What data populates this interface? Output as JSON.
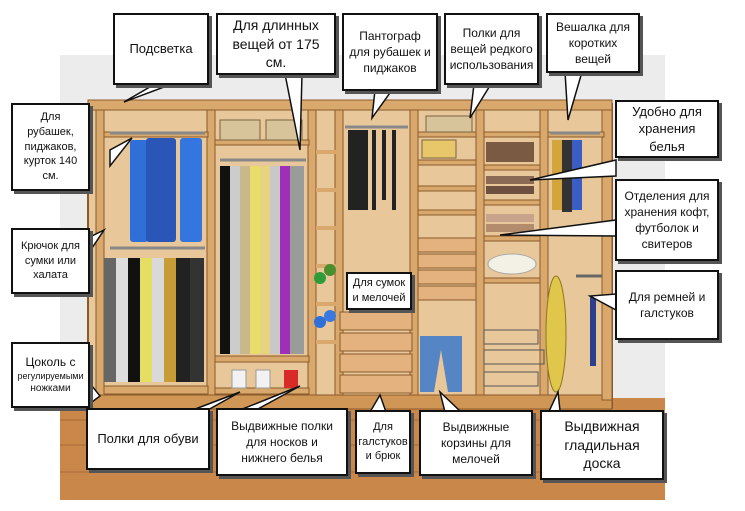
{
  "labels": {
    "backlight": "Подсветка",
    "long_clothes": "Для длинных вещей от 175 см.",
    "pantograph": "Пантограф для рубашек и пиджаков",
    "rare_use_shelves": "Полки для вещей редкого использования",
    "short_hanger": "Вешалка для коротких вещей",
    "shirts_jackets": "Для рубашек, пиджаков, курток 140 см.",
    "underwear_storage": "Удобно для хранения белья",
    "sweaters_section": "Отделения для хранения кофт, футболок и свитеров",
    "bag_hook": "Крючок для сумки или халата",
    "bags_small": "Для сумок и мелочей",
    "belts_ties": "Для ремней и галстуков",
    "plinth_line1": "Цоколь с",
    "plinth_line2": "регулируемыми",
    "plinth_line3": "ножками",
    "shoe_shelves": "Полки для обуви",
    "sock_drawers": "Выдвижные полки для носков и нижнего белья",
    "ties_trousers": "Для галстуков и брюк",
    "baskets": "Выдвижные корзины для мелочей",
    "ironing_board": "Выдвижная гладильная доска"
  }
}
